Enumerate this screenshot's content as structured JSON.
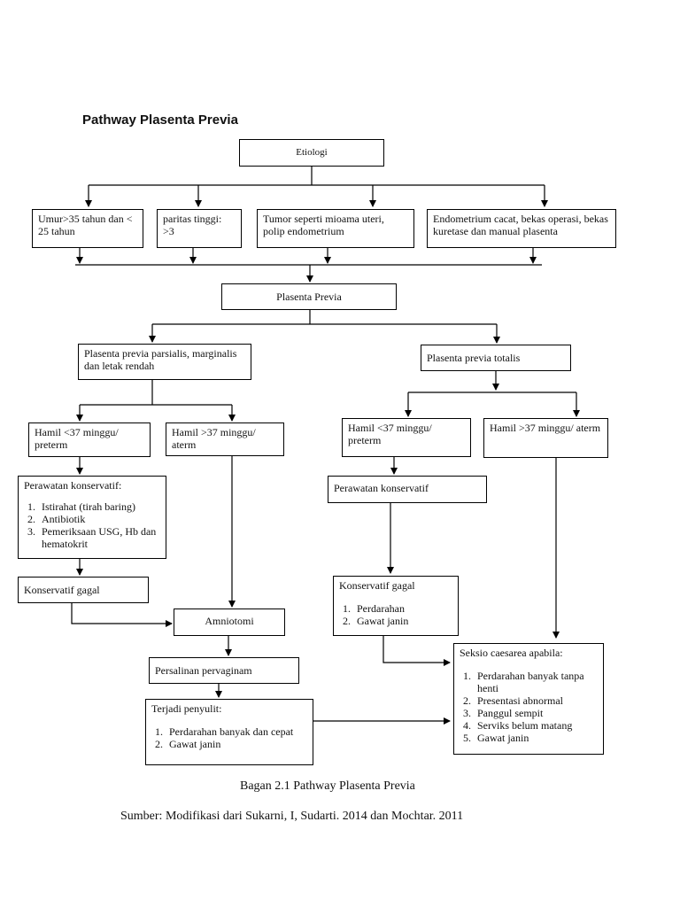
{
  "title": "Pathway Plasenta Previa",
  "nodes": {
    "etiologi": "Etiologi",
    "umur": "Umur>35 tahun dan < 25 tahun",
    "paritas": "paritas tinggi: >3",
    "tumor": "Tumor seperti mioama uteri, polip endometrium",
    "endometrium": "Endometrium cacat, bekas operasi, bekas kuretase dan manual plasenta",
    "plasenta_previa": "Plasenta Previa",
    "parsialis": "Plasenta previa parsialis, marginalis dan letak rendah",
    "totalis": "Plasenta previa totalis",
    "left_preterm": "Hamil <37 minggu/ preterm",
    "left_aterm": "Hamil >37 minggu/ aterm",
    "right_preterm": "Hamil <37 minggu/ preterm",
    "right_aterm": "Hamil >37 minggu/ aterm",
    "perawatan_left": {
      "heading": "Perawatan konservatif:",
      "items": [
        "Istirahat (tirah baring)",
        "Antibiotik",
        "Pemeriksaan USG, Hb dan hematokrit"
      ]
    },
    "perawatan_right": "Perawatan konservatif",
    "gagal_left": "Konservatif gagal",
    "gagal_right": {
      "heading": "Konservatif gagal",
      "items": [
        "Perdarahan",
        "Gawat janin"
      ]
    },
    "amniotomi": "Amniotomi",
    "persalinan": "Persalinan pervaginam",
    "penyulit": {
      "heading": "Terjadi penyulit:",
      "items": [
        "Perdarahan banyak dan cepat",
        "Gawat janin"
      ]
    },
    "seksio": {
      "heading": "Seksio caesarea apabila:",
      "items": [
        "Perdarahan banyak tanpa henti",
        "Presentasi abnormal",
        "Panggul sempit",
        "Serviks belum matang",
        "Gawat janin"
      ]
    }
  },
  "caption": "Bagan 2.1 Pathway Plasenta Previa",
  "source": "Sumber: Modifikasi dari Sukarni, I, Sudarti. 2014 dan Mochtar. 2011"
}
